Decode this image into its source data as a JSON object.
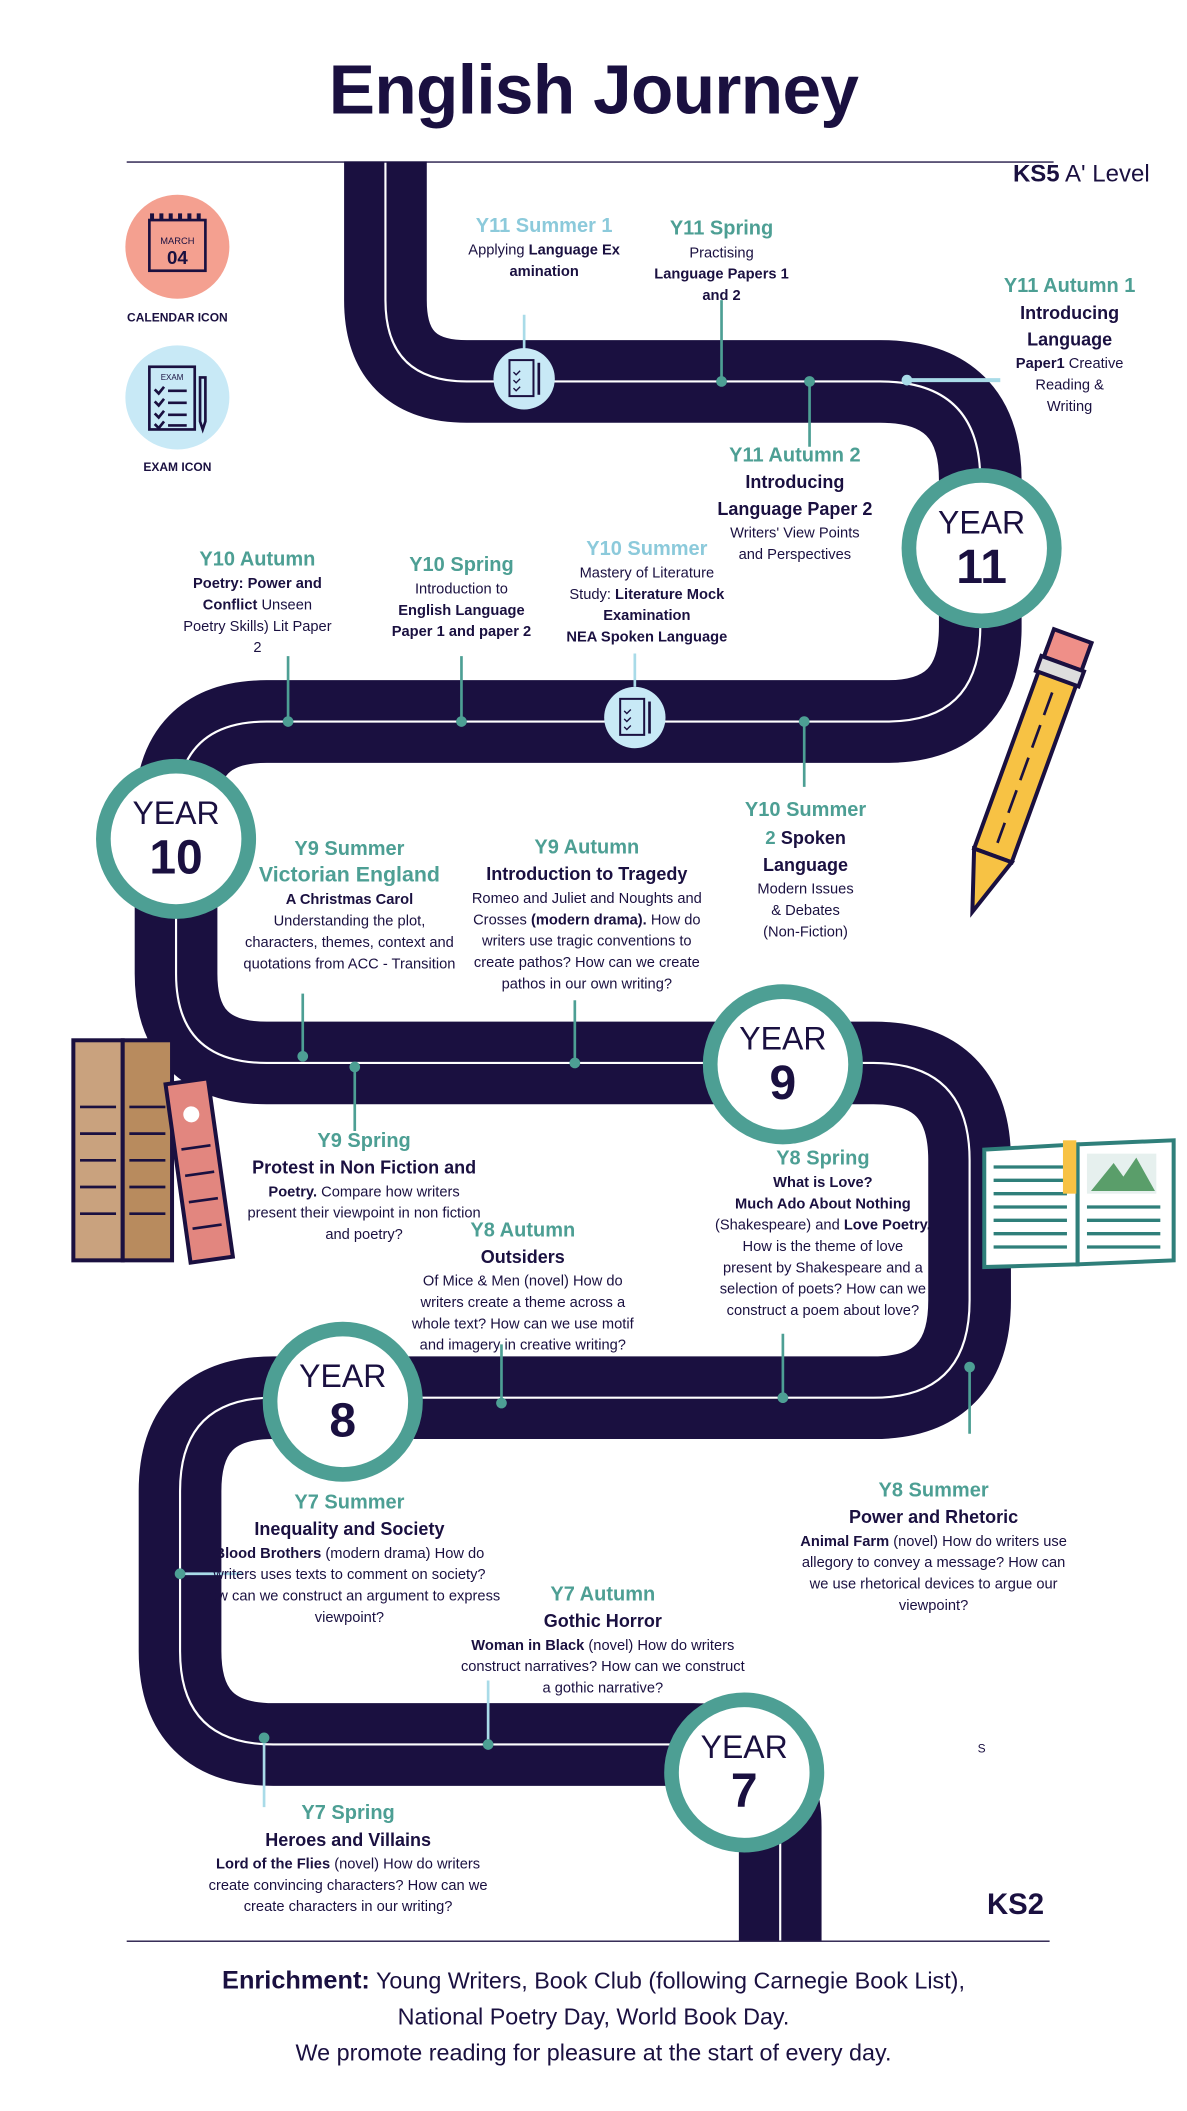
{
  "title": "English Journey",
  "ks5": {
    "bold": "KS5",
    "rest": " A' Level"
  },
  "ks2": "KS2",
  "legend": {
    "calendar_label": "CALENDAR ICON",
    "calendar_month": "MARCH",
    "calendar_day": "04",
    "exam_label": "EXAM ICON",
    "exam_text": "EXAM"
  },
  "years": [
    {
      "word": "YEAR",
      "num": "11"
    },
    {
      "word": "YEAR",
      "num": "10"
    },
    {
      "word": "YEAR",
      "num": "9"
    },
    {
      "word": "YEAR",
      "num": "8"
    },
    {
      "word": "YEAR",
      "num": "7"
    }
  ],
  "milestones": [
    {
      "heading": "Y11 Summer 1",
      "light": true,
      "lines": [
        [
          {
            "t": "Applying  "
          },
          {
            "t": "Language  Ex",
            "b": true
          }
        ],
        [
          {
            "t": "amination",
            "b": true
          }
        ]
      ]
    },
    {
      "heading": "Y11 Spring",
      "lines": [
        [
          {
            "t": "Practising"
          }
        ],
        [
          {
            "t": "Language Papers 1",
            "b": true
          }
        ],
        [
          {
            "t": "and 2",
            "b": true
          }
        ]
      ]
    },
    {
      "heading": "Y11 Autumn 1",
      "lines": [
        [
          {
            "t": "Introducing",
            "s": 1
          }
        ],
        [
          {
            "t": "Language",
            "s": 1
          }
        ],
        [
          {
            "t": "Paper1",
            "b": true
          },
          {
            "t": "  Creative"
          }
        ],
        [
          {
            "t": "Reading &"
          }
        ],
        [
          {
            "t": "Writing"
          }
        ]
      ]
    },
    {
      "heading": "Y11 Autumn 2",
      "lines": [
        [
          {
            "t": "Introducing",
            "s": 1
          }
        ],
        [
          {
            "t": "Language Paper 2",
            "s": 1
          }
        ],
        [
          {
            "t": "Writers' View Points"
          }
        ],
        [
          {
            "t": "and  Perspectives"
          }
        ]
      ]
    },
    {
      "heading": "Y10 Autumn",
      "lines": [
        [
          {
            "t": "Poetry: ",
            "b": true
          },
          {
            "t": "Power and",
            "b": true
          }
        ],
        [
          {
            "t": "Conflict",
            "b": true
          },
          {
            "t": " Unseen"
          }
        ],
        [
          {
            "t": "Poetry Skills) Lit Paper"
          }
        ],
        [
          {
            "t": "2"
          }
        ]
      ]
    },
    {
      "heading": "Y10 Spring",
      "lines": [
        [
          {
            "t": "Introduction to"
          }
        ],
        [
          {
            "t": "English Language",
            "b": true
          }
        ],
        [
          {
            "t": "Paper 1 and paper 2",
            "b": true
          }
        ]
      ]
    },
    {
      "heading": "Y10 Summer",
      "light": true,
      "lines": [
        [
          {
            "t": "Mastery of  Literature"
          }
        ],
        [
          {
            "t": "Study: "
          },
          {
            "t": "Literature  Mock",
            "b": true
          }
        ],
        [
          {
            "t": "Examination",
            "b": true
          }
        ],
        [
          {
            "t": " "
          }
        ],
        [
          {
            "t": "NEA Spoken Language",
            "b": true
          }
        ]
      ]
    },
    {
      "heading": "Y10 Summer",
      "lines": [
        [
          {
            "t": "2 ",
            "teal": true
          },
          {
            "t": "Spoken",
            "s": 1
          }
        ],
        [
          {
            "t": "Language",
            "s": 1
          }
        ],
        [
          {
            "t": "Modern Issues"
          }
        ],
        [
          {
            "t": "& Debates"
          }
        ],
        [
          {
            "t": "(Non-Fiction)"
          }
        ]
      ]
    },
    {
      "heading": "Y9 Summer",
      "heading2": "Victorian England",
      "lines": [
        [
          {
            "t": "A Christmas Carol",
            "b": true
          }
        ],
        [
          {
            "t": "Understanding the plot,"
          }
        ],
        [
          {
            "t": "characters, themes, context and"
          }
        ],
        [
          {
            "t": "quotations from ACC - Transition"
          }
        ]
      ]
    },
    {
      "heading": "Y9 Autumn",
      "lines": [
        [
          {
            "t": "Introduction to Tragedy",
            "s": 1
          }
        ],
        [
          {
            "t": "Romeo and Juliet and Noughts and"
          }
        ],
        [
          {
            "t": "Crosses "
          },
          {
            "t": "(modern drama).",
            "b": true
          },
          {
            "t": " How do"
          }
        ],
        [
          {
            "t": "writers use tragic conventions to"
          }
        ],
        [
          {
            "t": "create pathos? How can we create"
          }
        ],
        [
          {
            "t": "pathos in our own writing?"
          }
        ]
      ]
    },
    {
      "heading": "Y9 Spring",
      "lines": [
        [
          {
            "t": "Protest in Non Fiction and",
            "s": 1
          }
        ],
        [
          {
            "t": "Poetry.",
            "b": true
          },
          {
            "t": "  Compare how writers"
          }
        ],
        [
          {
            "t": "present their viewpoint in non fiction"
          }
        ],
        [
          {
            "t": "and poetry?"
          }
        ]
      ]
    },
    {
      "heading": "Y8 Autumn",
      "lines": [
        [
          {
            "t": "Outsiders",
            "s": 1
          }
        ],
        [
          {
            "t": "Of Mice & Men (novel) How do"
          }
        ],
        [
          {
            "t": "writers create a theme across a"
          }
        ],
        [
          {
            "t": "whole text? How can we use motif"
          }
        ],
        [
          {
            "t": "and imagery in creative writing?"
          }
        ]
      ]
    },
    {
      "heading": "Y8 Spring",
      "lines": [
        [
          {
            "t": "What is Love?",
            "b": true
          }
        ],
        [
          {
            "t": "Much Ado About Nothing",
            "b": true
          }
        ],
        [
          {
            "t": "(Shakespeare) and "
          },
          {
            "t": "Love Poetry.",
            "b": true
          }
        ],
        [
          {
            "t": "How is the theme of love"
          }
        ],
        [
          {
            "t": "present by Shakespeare and a"
          }
        ],
        [
          {
            "t": "selection of poets? How can we"
          }
        ],
        [
          {
            "t": "construct a poem about love?"
          }
        ]
      ]
    },
    {
      "heading": "Y8 Summer",
      "lines": [
        [
          {
            "t": "Power and Rhetoric",
            "s": 1
          }
        ],
        [
          {
            "t": "Animal Farm",
            "b": true
          },
          {
            "t": " (novel) How do writers use"
          }
        ],
        [
          {
            "t": "allegory to convey a message? How can"
          }
        ],
        [
          {
            "t": "we use rhetorical devices to argue our"
          }
        ],
        [
          {
            "t": "viewpoint?"
          }
        ]
      ]
    },
    {
      "heading": "Y7 Summer",
      "lines": [
        [
          {
            "t": "Inequality and Society",
            "s": 1
          }
        ],
        [
          {
            "t": "Blood Brothers",
            "b": true
          },
          {
            "t": " (modern drama) How do"
          }
        ],
        [
          {
            "t": "writers uses texts to comment on society?"
          }
        ],
        [
          {
            "t": "How can we construct an argument to express"
          }
        ],
        [
          {
            "t": "viewpoint?"
          }
        ]
      ]
    },
    {
      "heading": "Y7 Autumn",
      "lines": [
        [
          {
            "t": "Gothic Horror",
            "s": 1
          }
        ],
        [
          {
            "t": "Woman in Black",
            "b": true
          },
          {
            "t": " (novel) How do writers"
          }
        ],
        [
          {
            "t": "construct narratives? How can we construct"
          }
        ],
        [
          {
            "t": "a gothic narrative?"
          }
        ]
      ]
    },
    {
      "heading": "Y7 Spring",
      "lines": [
        [
          {
            "t": "Heroes and Villains",
            "s": 1
          }
        ],
        [
          {
            "t": "Lord of the Flies",
            "b": true
          },
          {
            "t": " (novel) How do writers"
          }
        ],
        [
          {
            "t": "create convincing characters?  How can we"
          }
        ],
        [
          {
            "t": "create characters in our writing?"
          }
        ]
      ]
    }
  ],
  "stray_mark": "S",
  "enrichment": {
    "label": "Enrichment:",
    "line1": " Young Writers, Book Club (following Carnegie Book List),",
    "line2": "National Poetry Day, World Book Day.",
    "line3": "We promote reading for pleasure at the start of every day."
  },
  "colors": {
    "road": "#1a1040",
    "teal": "#4d9f94",
    "light_blue": "#8ccadb",
    "calendar": "#f4a090",
    "exam": "#c8e9f6"
  }
}
